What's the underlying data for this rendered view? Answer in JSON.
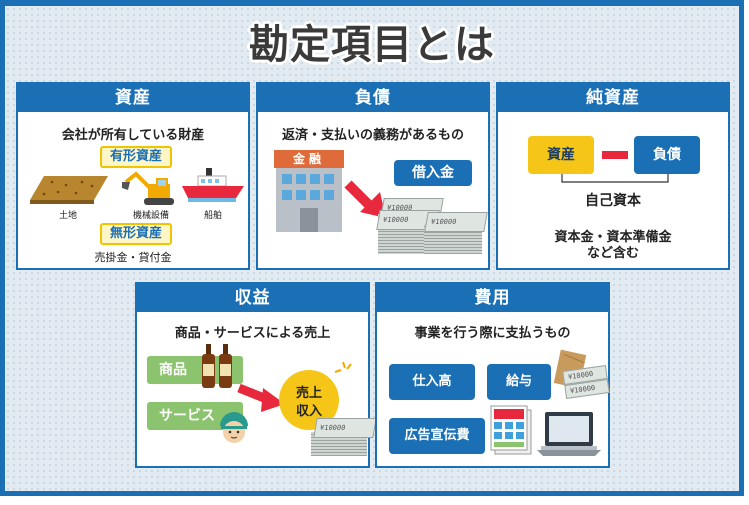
{
  "title": "勘定項目とは",
  "cards": {
    "assets": {
      "header": "資産",
      "description": "会社が所有している財産",
      "tangible_label": "有形資産",
      "items": [
        "土地",
        "機械設備",
        "船舶"
      ],
      "intangible_label": "無形資産",
      "intangible_desc": "売掛金・貸付金"
    },
    "liabilities": {
      "header": "負債",
      "description": "返済・支払いの義務があるもの",
      "bank_sign": "金融",
      "loan_label": "借入金",
      "bill_text": "¥10000"
    },
    "equity": {
      "header": "純資産",
      "left_box": "資産",
      "right_box": "負債",
      "result": "自己資本",
      "note_line1": "資本金・資本準備金",
      "note_line2": "など含む"
    },
    "revenue": {
      "header": "収益",
      "description": "商品・サービスによる売上",
      "goods_label": "商品",
      "service_label": "サービス",
      "sales_line1": "売上",
      "sales_line2": "収入",
      "bill_text": "¥10000"
    },
    "expenses": {
      "header": "費用",
      "description": "事業を行う際に支払うもの",
      "purchase_label": "仕入高",
      "salary_label": "給与",
      "advertising_label": "広告宣伝費",
      "bill_text": "¥10000"
    }
  },
  "colors": {
    "primary_blue": "#1a6fb5",
    "accent_yellow": "#f5c518",
    "accent_red": "#e8283c",
    "accent_green": "#8bc36e"
  }
}
